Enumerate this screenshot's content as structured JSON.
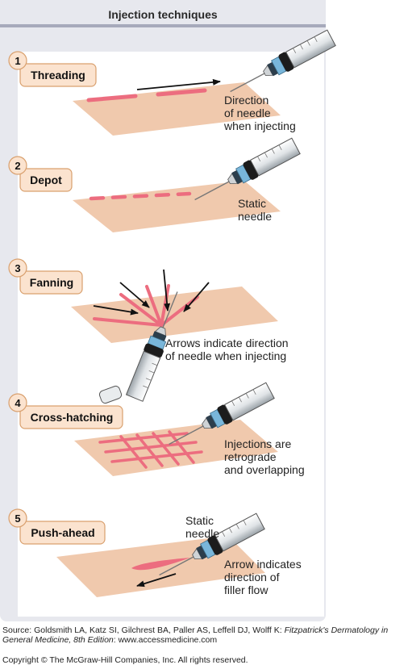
{
  "title": "Injection techniques",
  "steps": [
    {
      "number": "1",
      "name": "Threading",
      "note_lines": [
        "Direction",
        "of needle",
        "when injecting"
      ]
    },
    {
      "number": "2",
      "name": "Depot",
      "note_lines": [
        "Static",
        "needle"
      ]
    },
    {
      "number": "3",
      "name": "Fanning",
      "note_lines": [
        "Arrows indicate direction",
        "of needle when injecting"
      ]
    },
    {
      "number": "4",
      "name": "Cross-hatching",
      "note_lines": [
        "Injections are",
        "retrograde",
        "and overlapping"
      ]
    },
    {
      "number": "5",
      "name": "Push-ahead",
      "note_lines": [
        "Static",
        "needle"
      ],
      "note2_lines": [
        "Arrow indicates",
        "direction of",
        "filler flow"
      ]
    }
  ],
  "source": {
    "prefix": "Source: Goldsmith LA, Katz SI, Gilchrest BA, Paller AS, Leffell DJ, Wolff K: ",
    "book": "Fitzpatrick's Dermatology in General Medicine, 8th Edition",
    "suffix": ": www.accessmedicine.com"
  },
  "copyright": "Copyright © The McGraw-Hill Companies, Inc. All rights reserved.",
  "colors": {
    "skin": "#f0c9ad",
    "badge_fill": "#fbe3cf",
    "badge_stroke": "#d9a06e",
    "filler_line": "#ec6d7f",
    "syringe_blue": "#79b6da",
    "panel": "#e7e8ee"
  },
  "icons": [
    "syringe-icon",
    "arrow-icon"
  ]
}
